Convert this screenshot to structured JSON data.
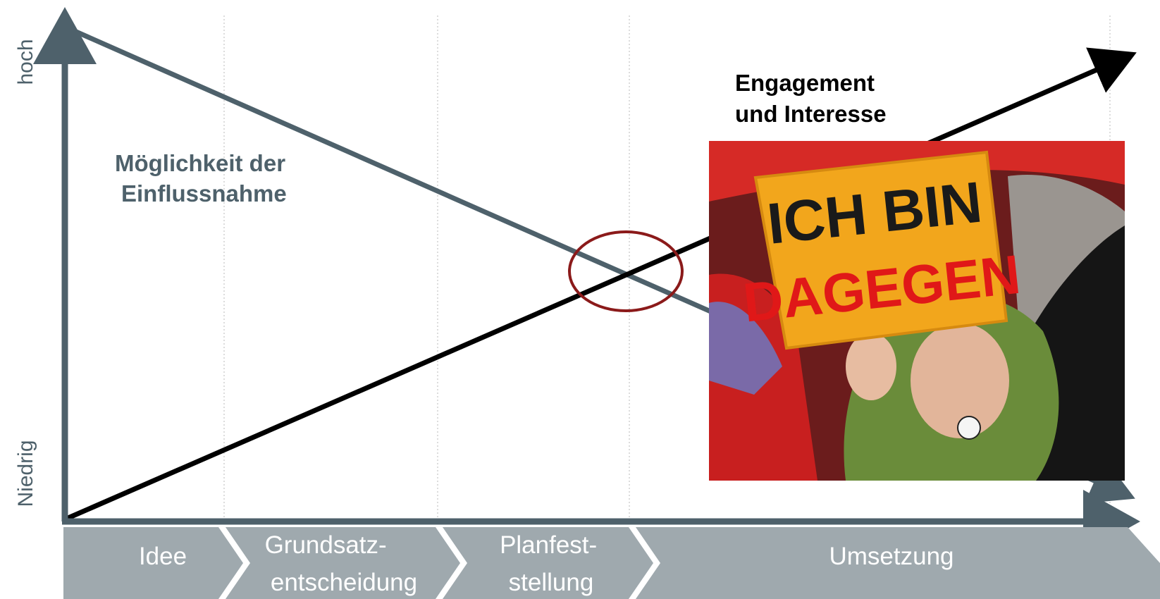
{
  "y_axis": {
    "high_label": "hoch",
    "low_label": "Niedrig"
  },
  "curves": {
    "influence": {
      "label_lines": [
        "Möglichkeit der",
        "Einflussnahme"
      ],
      "trend": "decreasing",
      "color": "#4e616b"
    },
    "engagement": {
      "label_lines": [
        "Engagement",
        "und Interesse"
      ],
      "trend": "increasing",
      "color": "#000000"
    }
  },
  "crossing_marker": {
    "color": "#8b1a1a"
  },
  "phases": [
    {
      "lines": [
        "Idee"
      ]
    },
    {
      "lines": [
        "Grundsatz-",
        "entscheidung"
      ]
    },
    {
      "lines": [
        "Planfest-",
        "stellung"
      ]
    },
    {
      "lines": [
        "Umsetzung"
      ]
    }
  ],
  "photo": {
    "subject": "protest photo: child with whistle holding sign",
    "sign_text_lines": [
      "ICH BIN",
      "DAGEGEN"
    ]
  },
  "colors": {
    "axis": "#4e616b",
    "phase_band": "#9fa9ae",
    "grid": "#d0d0d0",
    "sign": "#f2a61c",
    "sign_text_top": "#1a1a1a",
    "sign_text_bottom": "#e01818"
  }
}
